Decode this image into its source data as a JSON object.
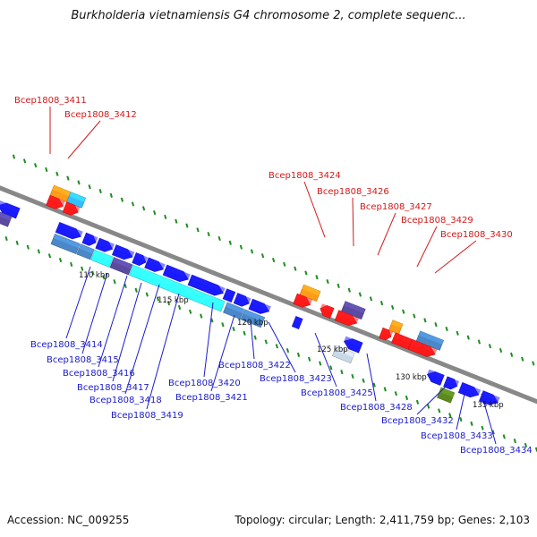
{
  "title": "Burkholderia vietnamiensis G4 chromosome 2, complete sequenc...",
  "footer": {
    "accession": "Accession: NC_009255",
    "summary": "Topology: circular; Length: 2,411,759 bp; Genes: 2,103"
  },
  "colors": {
    "backbone": "#888888",
    "dots": "#1f8c1f",
    "label_top": "#d11a1a",
    "label_bottom": "#1a1acc",
    "red": "#ff1a1a",
    "orange": "#ff9c1a",
    "cyan_light": "#33c0ff",
    "purple": "#5a4aa0",
    "blue": "#1a1aff",
    "steel": "#4a88c8",
    "cyan": "#33ffff",
    "olive": "#5c8a1e",
    "light": "#c8d8e8"
  },
  "scale_ticks": [
    "110 kbp",
    "115 kbp",
    "120 kbp",
    "125 kbp",
    "130 kbp",
    "135 kbp"
  ],
  "labels_top": [
    "Bcep1808_3411",
    "Bcep1808_3412",
    "Bcep1808_3424",
    "Bcep1808_3426",
    "Bcep1808_3427",
    "Bcep1808_3429",
    "Bcep1808_3430"
  ],
  "labels_bottom": [
    "Bcep1808_3414",
    "Bcep1808_3415",
    "Bcep1808_3416",
    "Bcep1808_3417",
    "Bcep1808_3418",
    "Bcep1808_3419",
    "Bcep1808_3420",
    "Bcep1808_3421",
    "Bcep1808_3422",
    "Bcep1808_3423",
    "Bcep1808_3425",
    "Bcep1808_3428",
    "Bcep1808_3432",
    "Bcep1808_3433",
    "Bcep1808_3434"
  ]
}
